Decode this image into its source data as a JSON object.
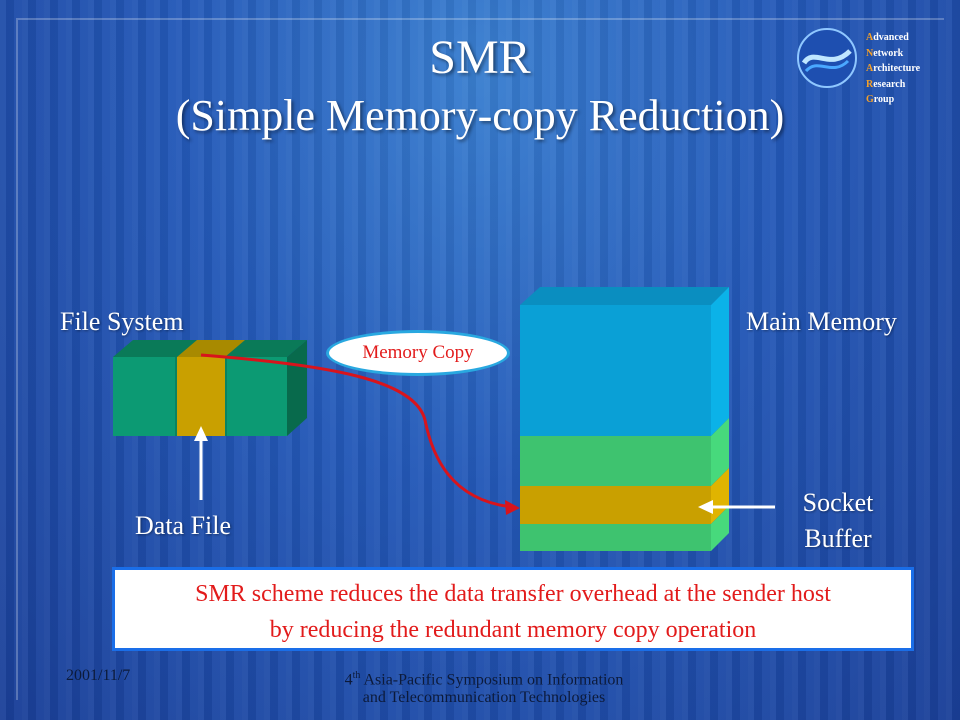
{
  "slide": {
    "title_line1": "SMR",
    "title_line2": "(Simple Memory-copy Reduction)",
    "org_letters": [
      "A",
      "N",
      "A",
      "R",
      "G"
    ],
    "org_rest": [
      "dvanced",
      "etwork",
      "rchitecture",
      "esearch",
      "roup"
    ],
    "labels": {
      "file_system": "File System",
      "main_memory": "Main Memory",
      "memory_copy": "Memory Copy",
      "data_file": "Data File",
      "socket_line1": "Socket",
      "socket_line2": "Buffer"
    },
    "note": {
      "line1": "SMR scheme reduces the data transfer overhead at the sender host",
      "line2": "by reducing the redundant memory copy operation"
    },
    "footer": {
      "date": "2001/11/7",
      "conf_prefix": "4",
      "conf_sup": "th",
      "conf_line1_rest": " Asia-Pacific Symposium on Information",
      "conf_line2": "and Telecommunication Technologies"
    },
    "colors": {
      "green": "#0c9a73",
      "gold": "#c9a000",
      "memory_blue": "#0aa0d6",
      "memory_green": "#3ec36f",
      "arrow_red": "#d8141c"
    }
  }
}
